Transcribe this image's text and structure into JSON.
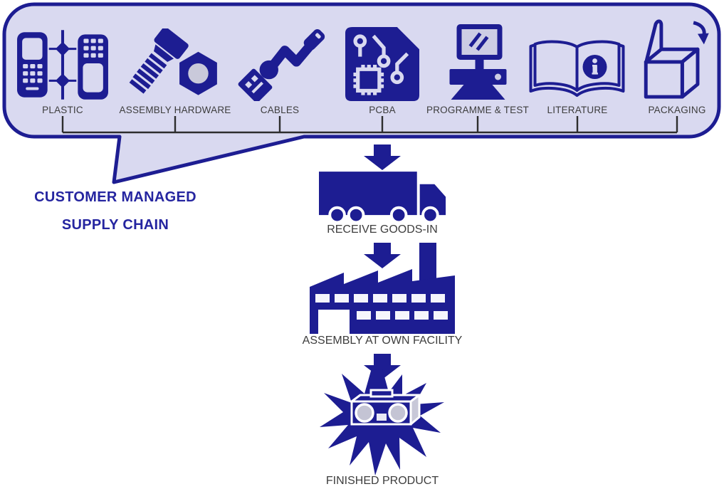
{
  "diagram": {
    "title_lines": {
      "line1": "CUSTOMER MANAGED",
      "line2": "SUPPLY CHAIN"
    },
    "supply_items": [
      {
        "label": "PLASTIC",
        "icon": "mobile-phones-icon"
      },
      {
        "label": "ASSEMBLY HARDWARE",
        "icon": "bolt-nut-icon"
      },
      {
        "label": "CABLES",
        "icon": "usb-cable-icon"
      },
      {
        "label": "PCBA",
        "icon": "circuit-board-icon"
      },
      {
        "label": "PROGRAMME & TEST",
        "icon": "computer-icon"
      },
      {
        "label": "LITERATURE",
        "icon": "book-info-icon"
      },
      {
        "label": "PACKAGING",
        "icon": "open-box-icon"
      }
    ],
    "flow_steps": [
      {
        "label": "RECEIVE GOODS-IN",
        "icon": "truck-icon"
      },
      {
        "label": "ASSEMBLY AT OWN FACILITY",
        "icon": "factory-icon"
      },
      {
        "label": "FINISHED PRODUCT",
        "icon": "starburst-product-icon"
      }
    ],
    "colors": {
      "navy": "#1d1d92",
      "lavender": "#d9d9f0",
      "label_gray": "#3d3d3d",
      "title_navy": "#2525a0"
    }
  }
}
